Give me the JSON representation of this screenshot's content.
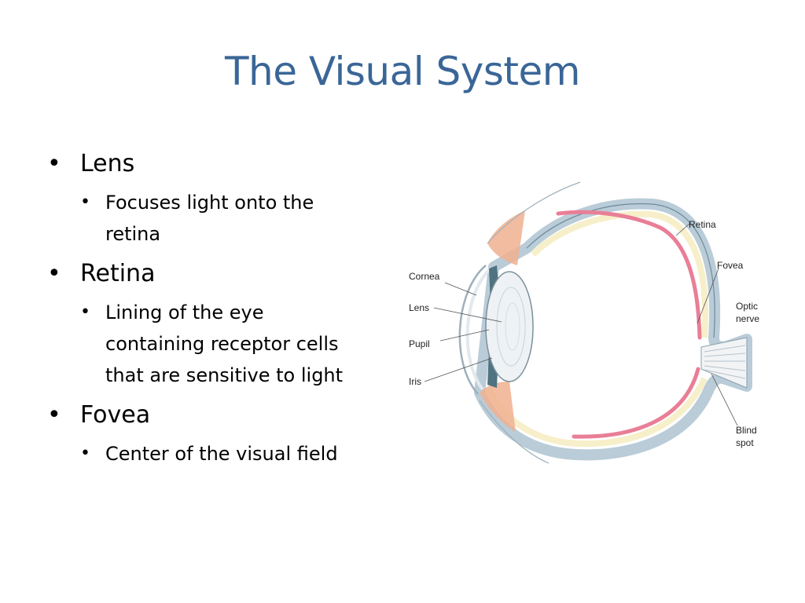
{
  "slide": {
    "title": "The Visual System",
    "bullets": [
      {
        "label": "Lens",
        "sub": [
          "Focuses light onto the",
          "retina"
        ]
      },
      {
        "label": "Retina",
        "sub": [
          "Lining of the eye",
          "containing receptor cells",
          "that are sensitive to light"
        ]
      },
      {
        "label": "Fovea",
        "sub": [
          "Center of the visual field"
        ]
      }
    ]
  },
  "diagram": {
    "labels": {
      "retina": "Retina",
      "fovea": "Fovea",
      "optic_nerve_1": "Optic",
      "optic_nerve_2": "nerve",
      "cornea": "Cornea",
      "lens": "Lens",
      "pupil": "Pupil",
      "iris": "Iris",
      "blind_spot_1": "Blind",
      "blind_spot_2": "spot"
    },
    "colors": {
      "sclera": "#b9ccd8",
      "choroid": "#f6efc9",
      "retina": "#e97e96",
      "iris": "#4f7380",
      "muscle": "#f0b08f",
      "title": "#3a6697"
    }
  }
}
